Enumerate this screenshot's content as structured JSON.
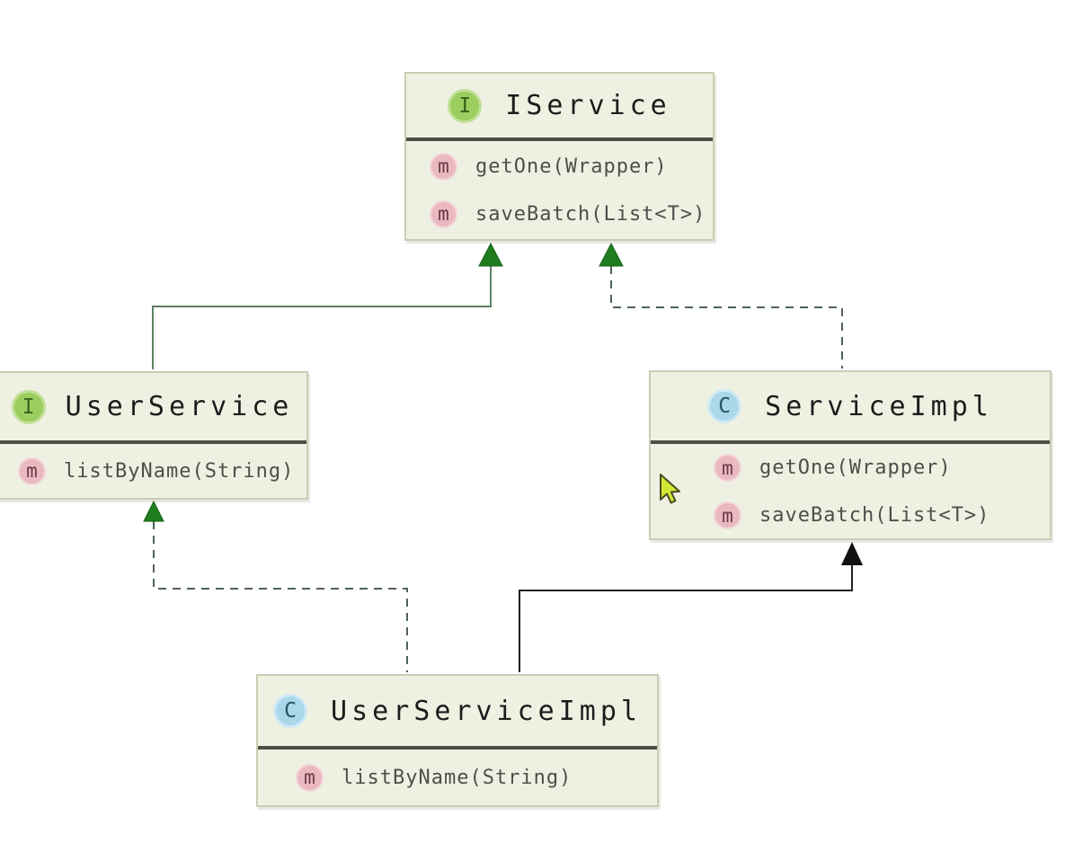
{
  "diagram": {
    "kind": "uml-class-diagram",
    "classes": [
      {
        "id": "iservice",
        "name": "IService",
        "stereotype": "interface",
        "icon_letter": "I",
        "methods": [
          {
            "icon_letter": "m",
            "label": "getOne(Wrapper)"
          },
          {
            "icon_letter": "m",
            "label": "saveBatch(List<T>)"
          }
        ]
      },
      {
        "id": "userservice",
        "name": "UserService",
        "stereotype": "interface",
        "icon_letter": "I",
        "methods": [
          {
            "icon_letter": "m",
            "label": "listByName(String)"
          }
        ]
      },
      {
        "id": "serviceimpl",
        "name": "ServiceImpl",
        "stereotype": "class",
        "icon_letter": "C",
        "methods": [
          {
            "icon_letter": "m",
            "label": "getOne(Wrapper)"
          },
          {
            "icon_letter": "m",
            "label": "saveBatch(List<T>)"
          }
        ]
      },
      {
        "id": "userserviceimpl",
        "name": "UserServiceImpl",
        "stereotype": "class",
        "icon_letter": "C",
        "methods": [
          {
            "icon_letter": "m",
            "label": "listByName(String)"
          }
        ]
      }
    ],
    "relations": [
      {
        "from": "UserService",
        "to": "IService",
        "type": "extends",
        "line": "solid",
        "color": "#5c8063",
        "arrow_color": "#1f7d1f"
      },
      {
        "from": "ServiceImpl",
        "to": "IService",
        "type": "implements",
        "line": "dashed",
        "color": "#4f6454",
        "arrow_color": "#1f7d1f"
      },
      {
        "from": "UserServiceImpl",
        "to": "UserService",
        "type": "implements",
        "line": "dashed",
        "color": "#4f6454",
        "arrow_color": "#1f7d1f"
      },
      {
        "from": "UserServiceImpl",
        "to": "ServiceImpl",
        "type": "extends",
        "line": "solid",
        "color": "#212121",
        "arrow_color": "#111111"
      }
    ],
    "colors": {
      "box_fill": "#eef1e2",
      "box_border": "#c8ceb2",
      "separator": "#4b4f46",
      "interface_badge": "#9ccd5f",
      "class_badge": "#abd7ea",
      "method_badge": "#eab8c0",
      "green_arrow": "#1f7d1f",
      "cursor_fill": "#d2e836"
    }
  }
}
